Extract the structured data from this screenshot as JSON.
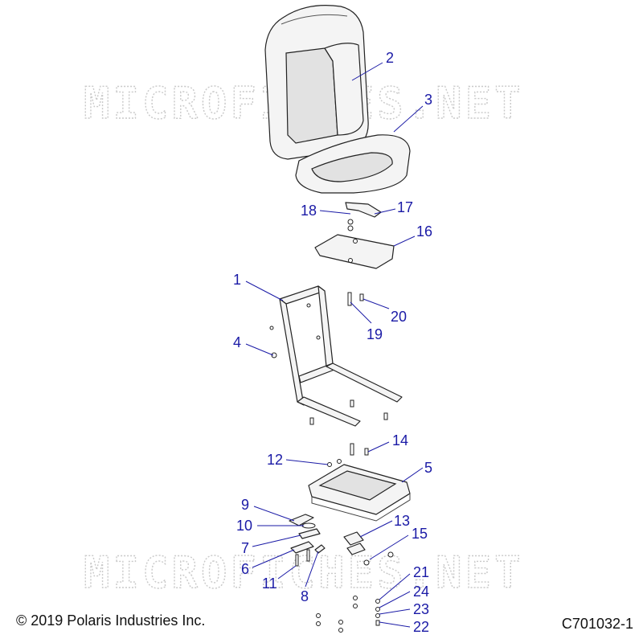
{
  "watermarks": [
    "MICROFICHES.NET",
    "MICROFICHES.NET"
  ],
  "copyright": "© 2019 Polaris Industries Inc.",
  "diagram_id": "C701032-1",
  "callouts": [
    "2",
    "3",
    "18",
    "17",
    "16",
    "1",
    "20",
    "19",
    "4",
    "14",
    "12",
    "5",
    "9",
    "13",
    "10",
    "15",
    "7",
    "6",
    "21",
    "11",
    "8",
    "24",
    "23",
    "22"
  ],
  "colors": {
    "callout": "#1a1aa6",
    "line": "#222222",
    "watermark": "#c9c9c9"
  }
}
